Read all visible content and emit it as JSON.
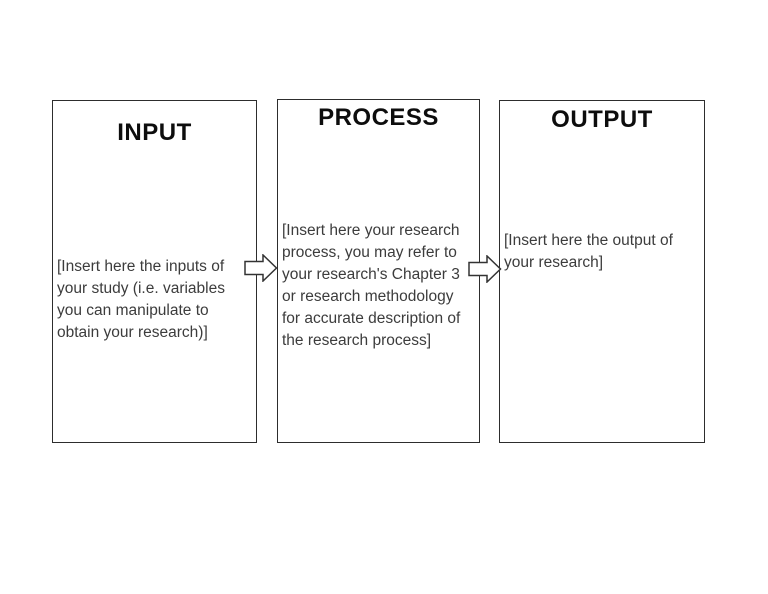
{
  "diagram": {
    "type": "input-process-output-flow",
    "boxes": [
      {
        "id": "input",
        "title": "INPUT",
        "body": "[Insert here the inputs of\nyour study (i.e. variables\nyou can manipulate to\nobtain your research)]"
      },
      {
        "id": "process",
        "title": "PROCESS",
        "body": "[Insert here your research\nprocess, you may refer to\nyour research's Chapter 3\nor research methodology\nfor accurate description of\nthe research process]"
      },
      {
        "id": "output",
        "title": "OUTPUT",
        "body": "[Insert here the output of\nyour research]"
      }
    ],
    "arrows": [
      {
        "name": "input-to-process",
        "direction": "right"
      },
      {
        "name": "process-to-output",
        "direction": "right"
      }
    ],
    "colors": {
      "background": "#ffffff",
      "box_fill": "#ffffff",
      "box_border": "#2d2d2d",
      "title_text": "#0d0d0d",
      "body_text": "#3c3c3c",
      "arrow_fill": "#ffffff",
      "arrow_stroke": "#333333"
    }
  }
}
